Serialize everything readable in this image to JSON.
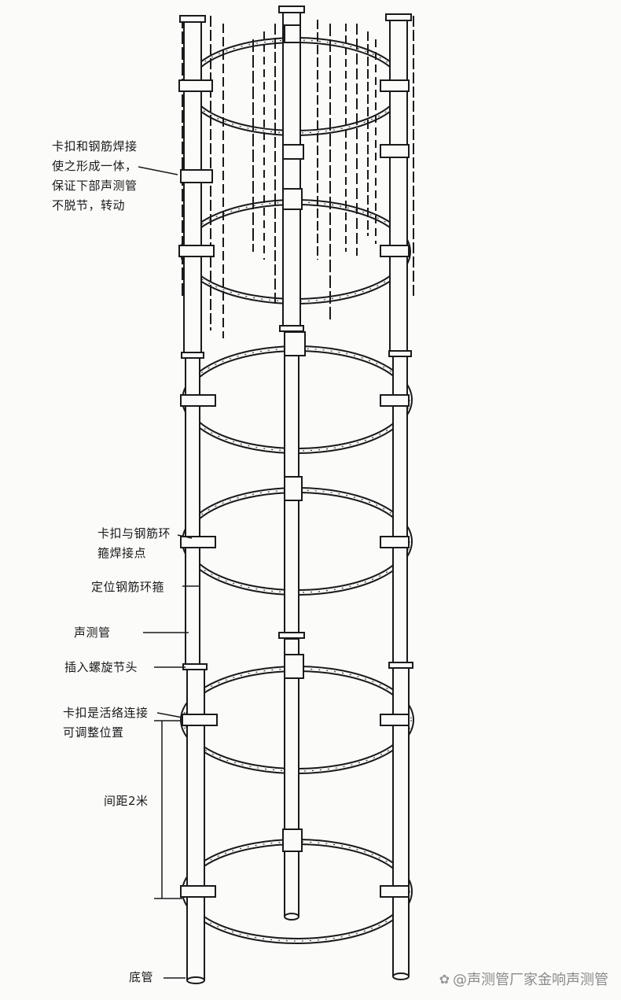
{
  "labels": {
    "clip_weld": "卡扣和钢筋焊接\n使之形成一体，\n保证下部声测管\n不脱节，转动",
    "clip_hoop_weld": "卡扣与钢筋环\n箍焊接点",
    "positioning_hoop": "定位钢筋环箍",
    "sonic_pipe": "声测管",
    "spiral_joint": "插入螺旋节头",
    "clip_adjustable": "卡扣是活络连接\n可调整位置",
    "spacing": "间距2米",
    "bottom_pipe": "底管"
  },
  "watermark": {
    "icon": "wechat-like-icon",
    "text": "@声测管厂家金响声测管"
  },
  "colors": {
    "ink": "#1a1a1a",
    "paper": "#fbfbfa",
    "watermark": "#8a8a8a"
  }
}
